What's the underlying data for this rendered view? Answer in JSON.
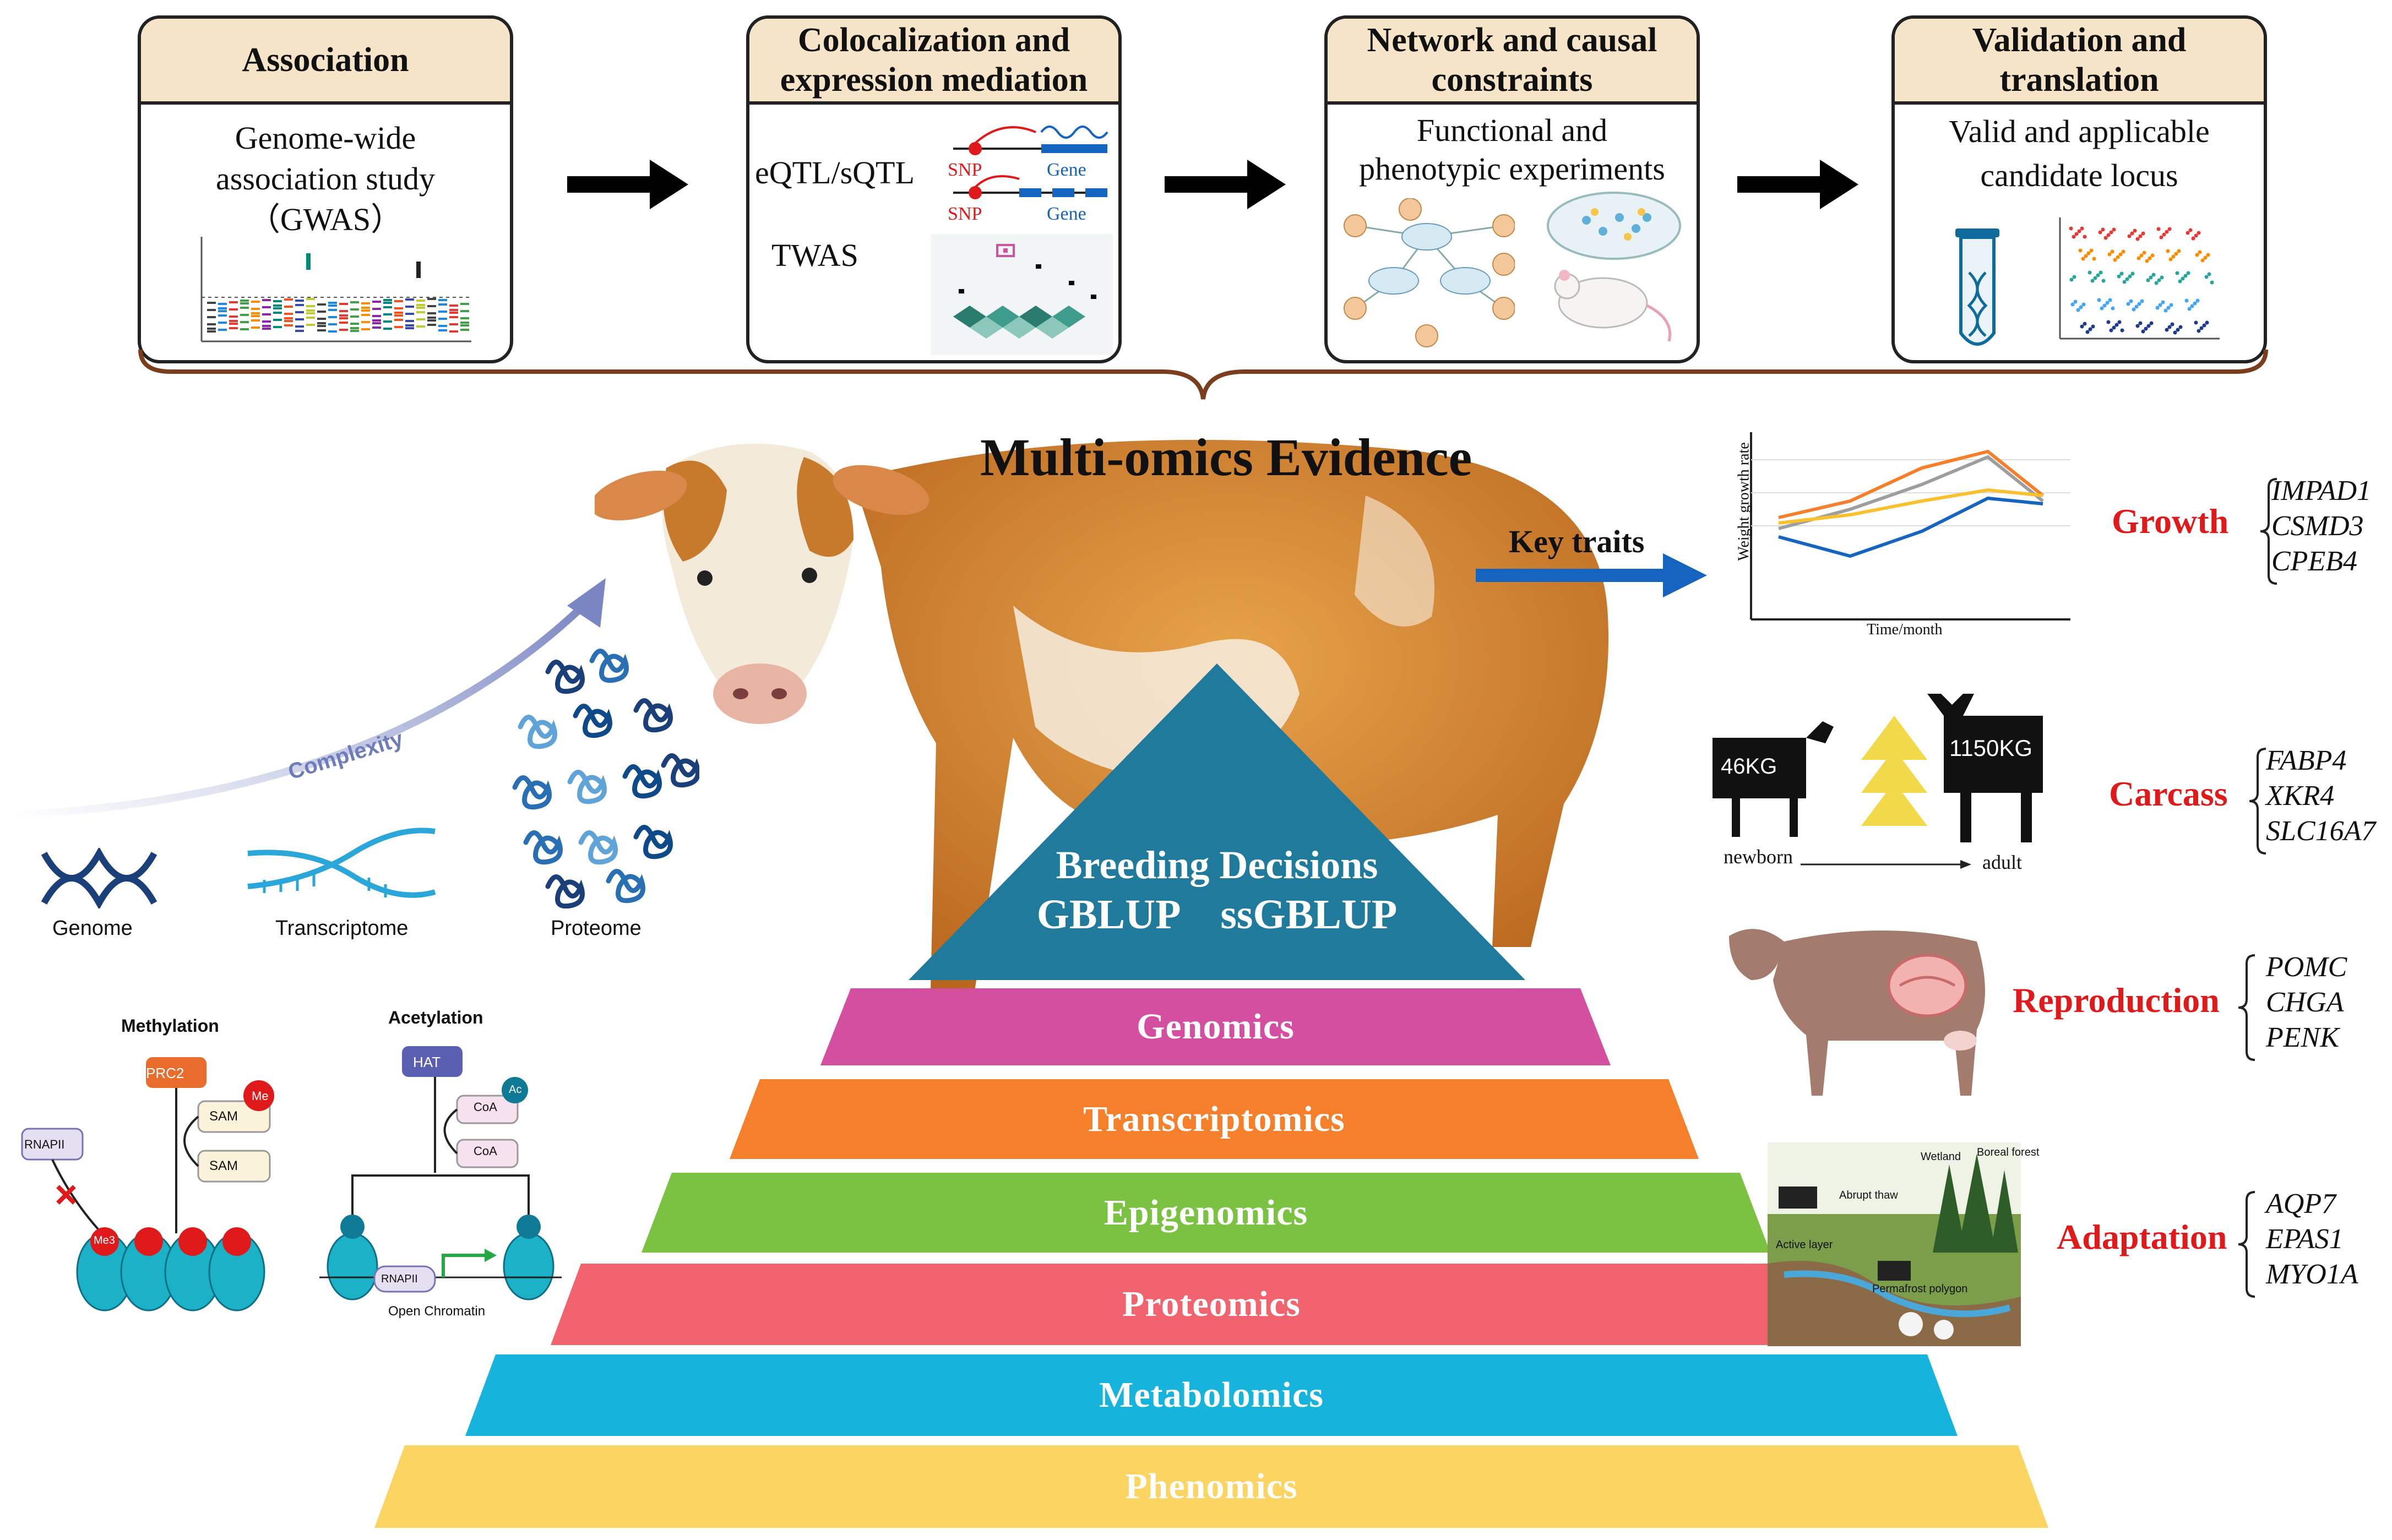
{
  "workflow": {
    "steps": [
      {
        "title": "Association",
        "lines": [
          "Genome-wide",
          "association study",
          "（GWAS）"
        ]
      },
      {
        "title": "Colocalization and expression mediation",
        "labels": [
          "eQTL/sQTL",
          "TWAS",
          "SNP",
          "Gene",
          "SNP",
          "Gene"
        ]
      },
      {
        "title": "Network and causal constraints",
        "lines": [
          "Functional and",
          "phenotypic experiments"
        ]
      },
      {
        "title": "Validation and translation",
        "lines": [
          "Valid and applicable",
          "candidate locus"
        ]
      }
    ]
  },
  "center": {
    "title": "Multi-omics Evidence",
    "key_traits": "Key traits",
    "complexity": "Complexity"
  },
  "omics_icons": [
    "Genome",
    "Transcriptome",
    "Proteome"
  ],
  "epigenetics": {
    "methylation": {
      "title": "Methylation",
      "prc2": "PRC2",
      "sam1": "SAM",
      "sam2": "SAM",
      "me": "Me",
      "rnapii": "RNAPII",
      "me3": "Me3"
    },
    "acetylation": {
      "title": "Acetylation",
      "hat": "HAT",
      "coa1": "CoA",
      "coa2": "CoA",
      "ac": "Ac",
      "rnapii": "RNAPII",
      "open": "Open Chromatin"
    }
  },
  "pyramid": {
    "apex_line1": "Breeding Decisions",
    "apex_line2": "GBLUP    ssGBLUP",
    "layers": [
      {
        "label": "Genomics",
        "color": "#d44fa0"
      },
      {
        "label": "Transcriptomics",
        "color": "#f57f2b"
      },
      {
        "label": "Epigenomics",
        "color": "#7cc242"
      },
      {
        "label": "Proteomics",
        "color": "#f0636f"
      },
      {
        "label": "Metabolomics",
        "color": "#16b4dc"
      },
      {
        "label": "Phenomics",
        "color": "#fbd462"
      }
    ],
    "apex_color": "#1f7a9c"
  },
  "growth_chart": {
    "ylabel": "Weight growth rate",
    "xlabel": "Time/month"
  },
  "carcass_panel": {
    "newborn_weight": "46KG",
    "adult_weight": "1150KG",
    "newborn": "newborn",
    "adult": "adult"
  },
  "adaptation_panel": {
    "wetland": "Wetland",
    "boreal": "Boreal forest",
    "thaw": "Abrupt thaw",
    "active": "Active layer",
    "permafrost": "Permafrost polygon"
  },
  "traits": [
    {
      "name": "Growth",
      "genes": [
        "IMPAD1",
        "CSMD3",
        "CPEB4"
      ]
    },
    {
      "name": "Carcass",
      "genes": [
        "FABP4",
        "XKR4",
        "SLC16A7"
      ]
    },
    {
      "name": "Reproduction",
      "genes": [
        "POMC",
        "CHGA",
        "PENK"
      ]
    },
    {
      "name": "Adaptation",
      "genes": [
        "AQP7",
        "EPAS1",
        "MYO1A"
      ]
    }
  ],
  "colors": {
    "trait_red": "#e0191b",
    "arrow_blue": "#1565c0",
    "header_fill": "#f6e4c8"
  }
}
